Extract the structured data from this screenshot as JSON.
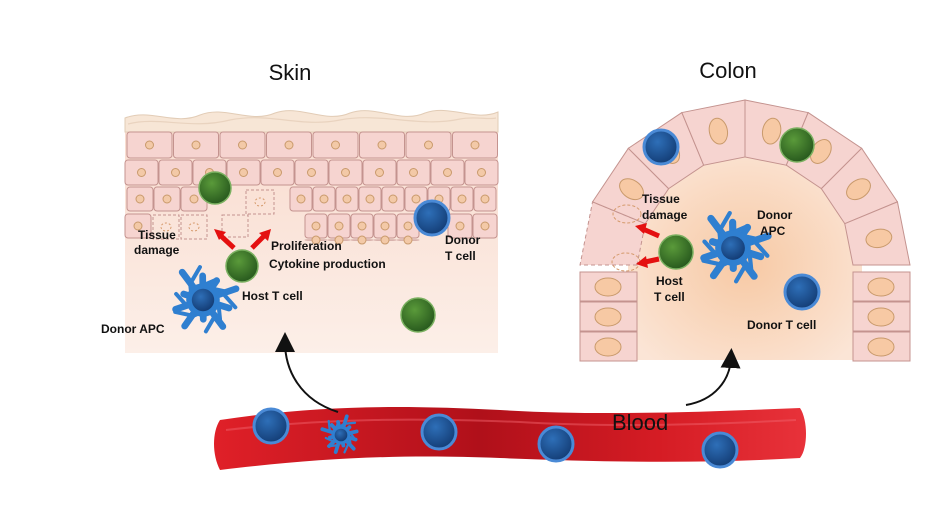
{
  "titles": {
    "skin": "Skin",
    "colon": "Colon"
  },
  "skin_labels": {
    "tissue_damage": [
      "Tissue",
      "damage"
    ],
    "proliferation": "Proliferation",
    "cytokine": "Cytokine production",
    "host_t_cell": "Host T cell",
    "donor_apc": "Donor APC",
    "donor_t_cell": [
      "Donor",
      "T cell"
    ]
  },
  "colon_labels": {
    "tissue_damage": [
      "Tissue",
      "damage"
    ],
    "donor_apc": [
      "Donor",
      "APC"
    ],
    "host_t_cell": [
      "Host",
      "T cell"
    ],
    "donor_t_cell": "Donor T cell"
  },
  "blood_label": "Blood",
  "colors": {
    "skin_cell": "#f6d4d0",
    "cell_border": "#c4938f",
    "host_t_cell": "#3a7a2a",
    "donor_t_cell": "#1f4f93",
    "donor_t_cell_rim": "#4a8ad6",
    "apc": "#2f7fd0",
    "arrow_red": "#e41010",
    "blood": "#c8141c"
  }
}
